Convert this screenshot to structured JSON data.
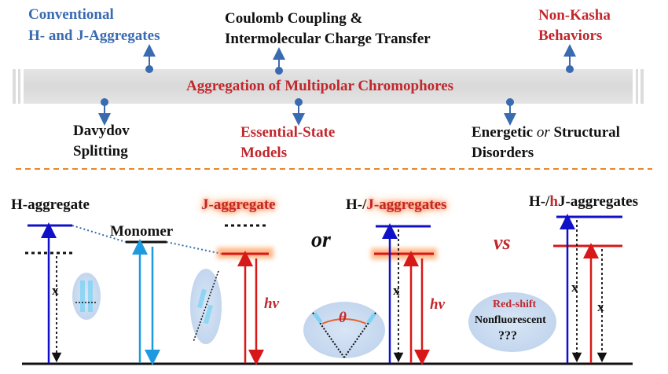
{
  "top_labels": {
    "conventional_line1": "Conventional",
    "conventional_line2": "H- and J-Aggregates",
    "coulomb_line1": "Coulomb Coupling &",
    "coulomb_line2": "Intermolecular Charge Transfer",
    "nonkasha_line1": "Non-Kasha",
    "nonkasha_line2": "Behaviors"
  },
  "center_bar": {
    "title": "Aggregation of Multipolar Chromophores"
  },
  "bottom_labels": {
    "davydov_line1": "Davydov",
    "davydov_line2": "Splitting",
    "essential_line1": "Essential-State",
    "essential_line2": "Models",
    "energetic_word": "Energetic",
    "or_word": "or",
    "structural_word": "Structural",
    "disorders": "Disorders"
  },
  "diagram_labels": {
    "h_aggregate": "H-aggregate",
    "monomer": "Monomer",
    "j_aggregate": "J-aggregate",
    "or_text": "or",
    "h_prefix": "H-/",
    "j_aggregates": "J-aggregates",
    "vs_text": "vs",
    "hj_prefix": "H-/",
    "hj_h": "h",
    "hj_rest": "J-aggregates",
    "hv1": "hv",
    "hv2": "hv",
    "theta": "θ",
    "red_shift": "Red-shift",
    "nonfluorescent": "Nonfluorescent",
    "question": "???",
    "x_mark": "x"
  },
  "colors": {
    "blue_text": "#3a6bb0",
    "red_text": "#c1272d",
    "level_blue": "#1010c8",
    "level_red": "#d81818",
    "arrow_cyan": "#1e9be0",
    "divider_orange": "#e8872a"
  }
}
